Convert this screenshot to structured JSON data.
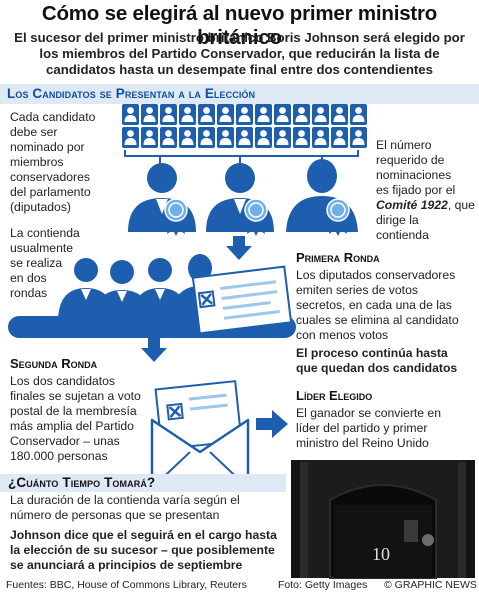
{
  "header": {
    "title": "Cómo se elegirá al nuevo primer ministro británico",
    "subtitle_lines": [
      "El sucesor del primer ministro británico Boris Johnson será elegido por",
      "los miembros del Partido Conservador, que reducirán la lista de",
      "candidatos hasta un desempate final entre dos contendientes"
    ]
  },
  "section1": {
    "title": "Los Candidatos se Presentan a la Elección",
    "left_text": [
      "Cada candidato",
      "debe ser",
      "nominado por",
      "miembros",
      "conservadores",
      "del parlamento",
      "(diputados)"
    ],
    "right_text_1": [
      "El número",
      "requerido de",
      "nominaciones",
      "es fijado por el"
    ],
    "right_text_committee": "Comité 1922",
    "right_text_2": [
      ", que dirige la",
      "contienda"
    ],
    "rounds_text": [
      "La contienda",
      "usualmente",
      "se realiza",
      "en dos",
      "rondas"
    ]
  },
  "first_round": {
    "title": "Primera Ronda",
    "text": [
      "Los diputados conservadores",
      "emiten series de votos",
      "secretos, en cada una de las",
      "cuales se elimina al candidato",
      "con menos votos"
    ],
    "bold_text": [
      "El proceso continúa hasta",
      "que quedan dos candidatos"
    ]
  },
  "second_round": {
    "title": "Segunda Ronda",
    "text": [
      "Los dos candidatos",
      "finales se sujetan a voto",
      "postal de la membresía",
      "más amplia del Partido",
      "Conservador – unas",
      "180.000 personas"
    ]
  },
  "leader": {
    "title": "Líder Elegido",
    "text": [
      "El ganador se convierte en",
      "líder del partido y primer",
      "ministro del Reino Unido"
    ]
  },
  "timing": {
    "title": "¿Cuánto Tiempo Tomará?",
    "text": [
      "La duración de la contienda varía según el",
      "número de personas que se presentan"
    ],
    "bold_text": [
      "Johnson dice que el seguirá en el cargo hasta",
      "la elección de su sucesor – que posiblemente",
      "se anunciará a principios de septiembre"
    ]
  },
  "photo": {
    "door_number": "10"
  },
  "footer": {
    "sources": "Fuentes: BBC, House of Commons Library, Reuters",
    "photo_credit": "Foto: Getty Images",
    "copyright": "© GRAPHIC NEWS"
  },
  "colors": {
    "accent_blue": "#1d5fae",
    "light_blue": "#3f8fd6",
    "band": "#dfe9f5",
    "rosette": "#6fb0e8"
  },
  "icons": [
    "nominator-person-icon",
    "candidate-icon",
    "rosette-icon",
    "ballot-icon",
    "envelope-icon",
    "arrow-icon",
    "downing-street-photo"
  ]
}
